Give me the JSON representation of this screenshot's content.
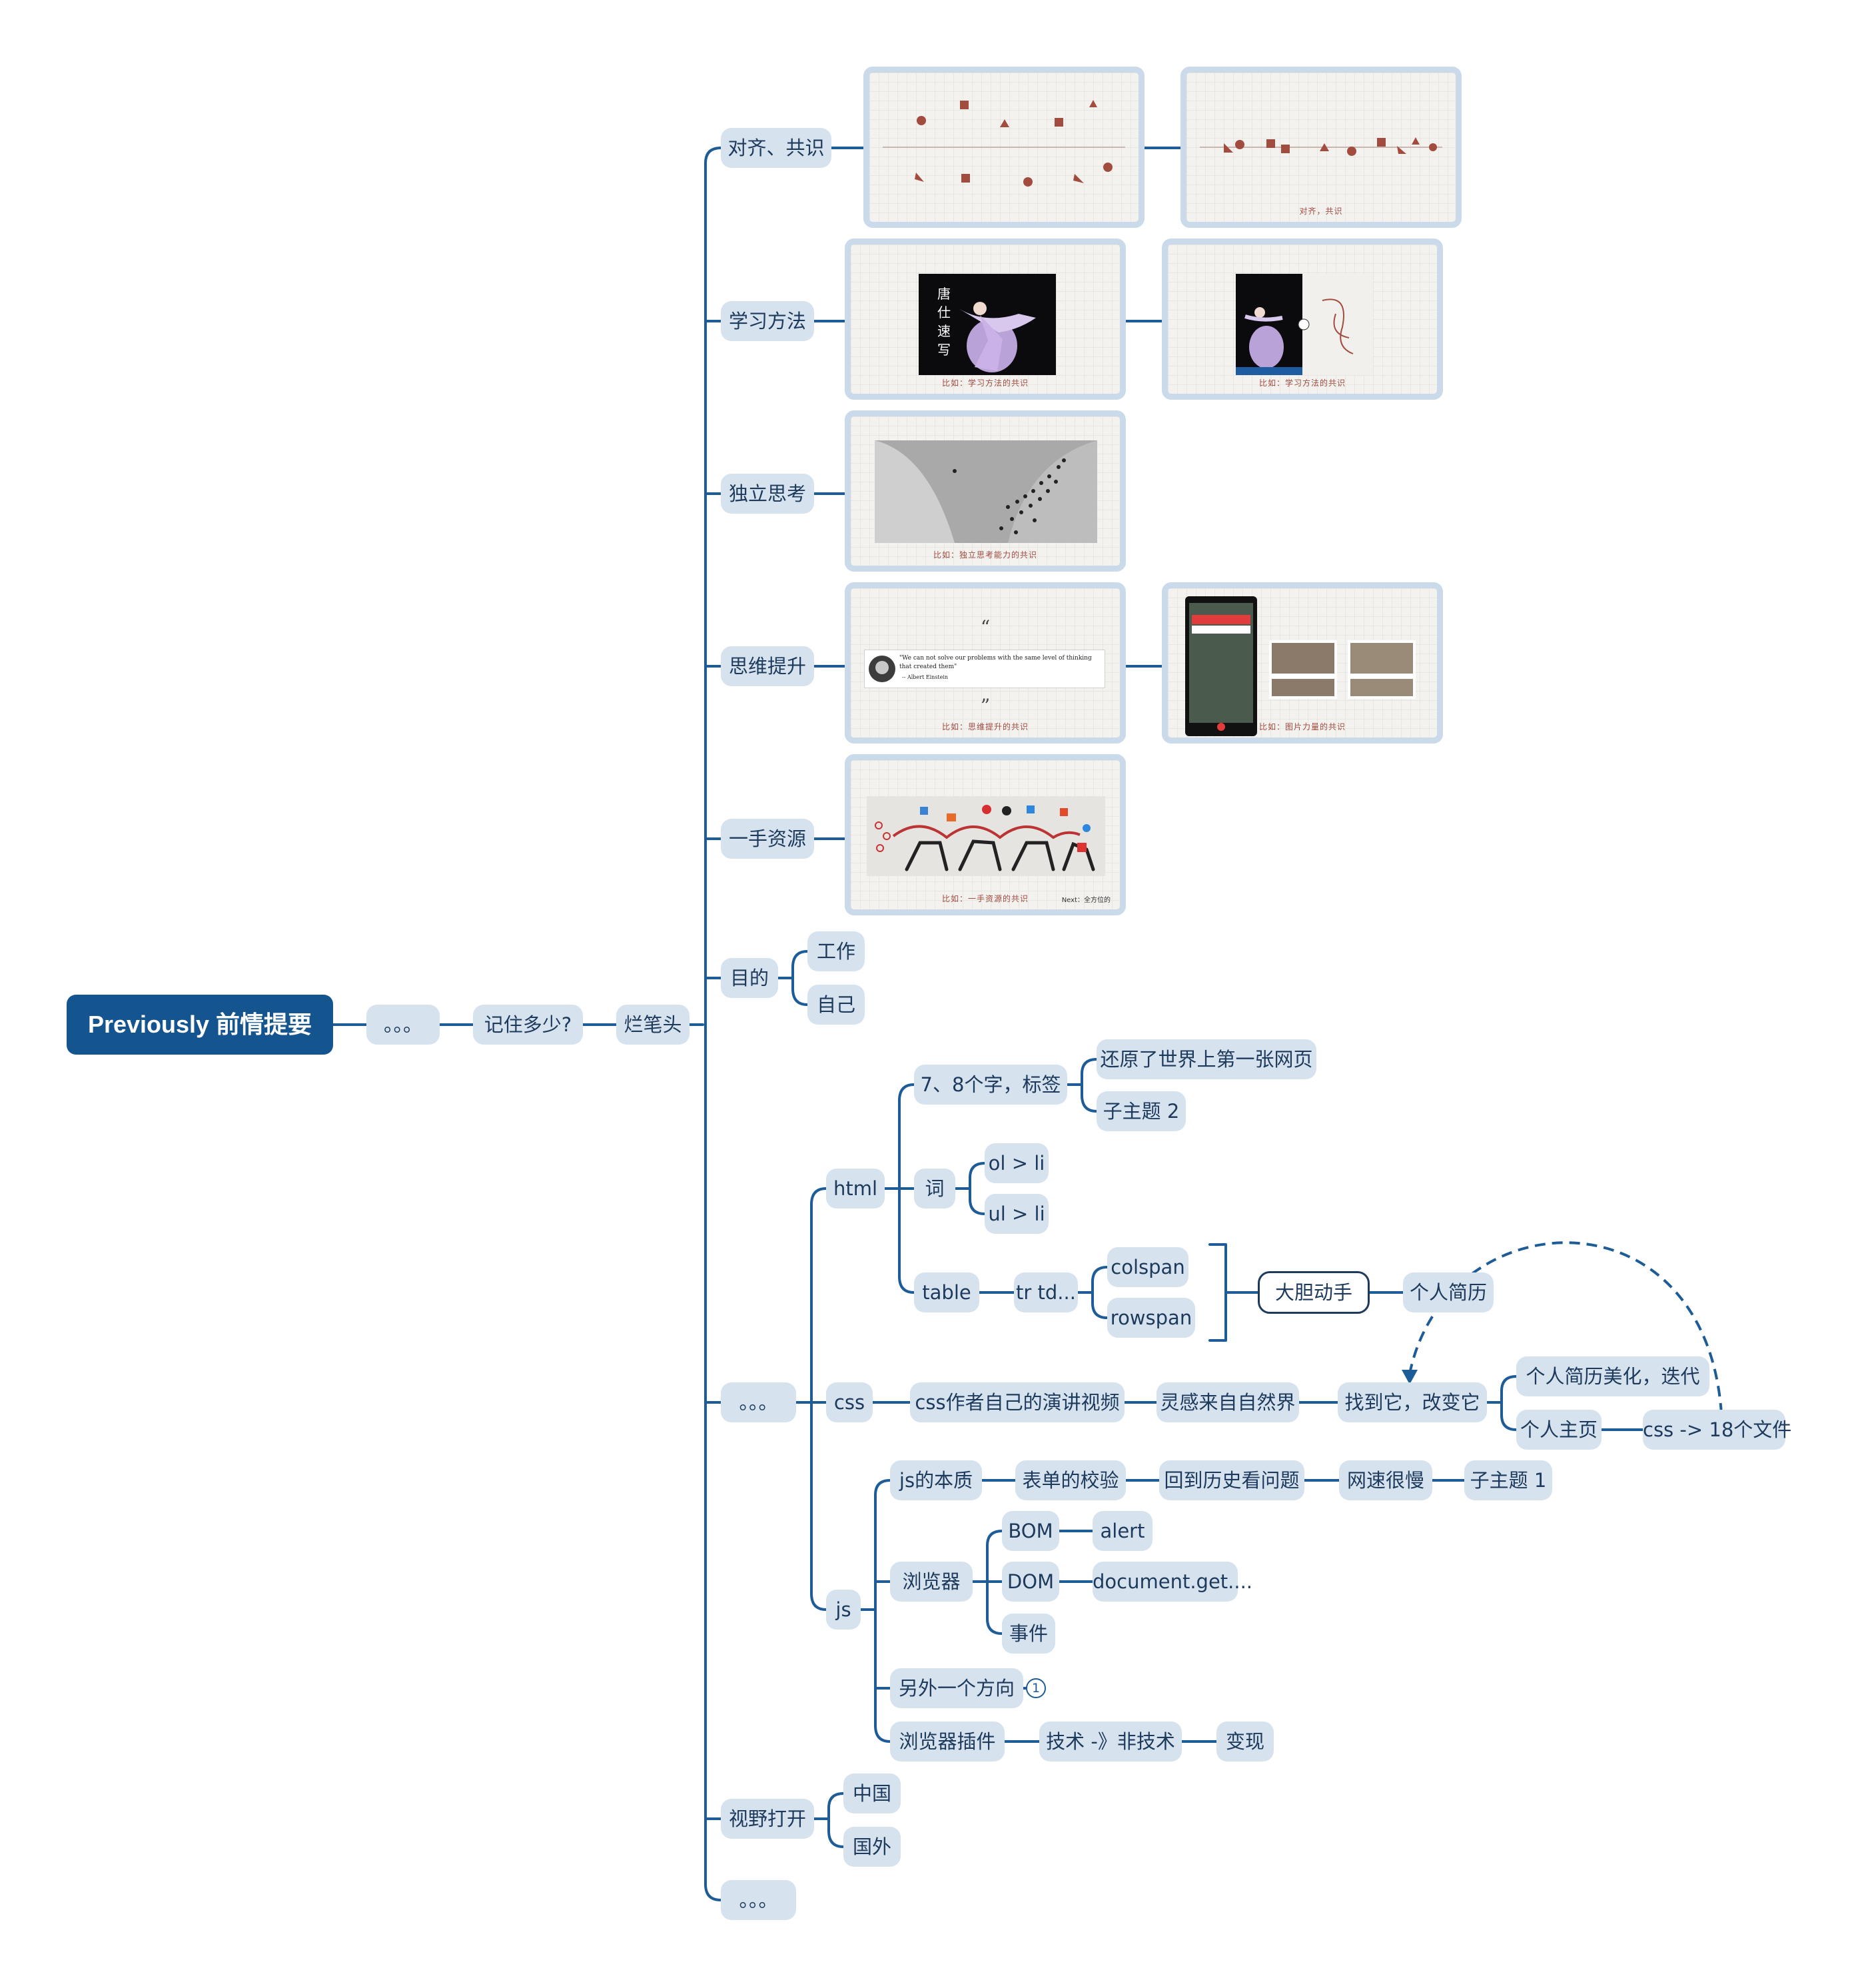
{
  "root": "Previously 前情提要",
  "l1": "。。。",
  "l2": "记住多少?",
  "l3": "烂笔头",
  "branches": {
    "align": "对齐、共识",
    "learn": "学习方法",
    "think": "独立思考",
    "mind": "思维提升",
    "source": "一手资源",
    "goal": "目的",
    "dots": "。。。",
    "view": "视野打开",
    "dots2": "。。。"
  },
  "goal_children": [
    "工作",
    "自己"
  ],
  "view_children": [
    "中国",
    "国外"
  ],
  "html": {
    "label": "html",
    "tags": "7、8个字，标签",
    "tags_children": [
      "还原了世界上第一张网页",
      "子主题 2"
    ],
    "word": "词",
    "word_children": [
      "ol > li",
      "ul > li"
    ],
    "table": "table",
    "trtd": "tr td...",
    "table_children": [
      "colspan",
      "rowspan"
    ],
    "summary": "大胆动手",
    "resume": "个人简历"
  },
  "css": {
    "label": "css",
    "video": "css作者自己的演讲视频",
    "nature": "灵感来自自然界",
    "find": "找到它，改变它",
    "beautify": "个人简历美化，迭代",
    "homepage": "个人主页",
    "files": "css -> 18个文件"
  },
  "js": {
    "label": "js",
    "essence": "js的本质",
    "form": "表单的校验",
    "history": "回到历史看问题",
    "slow": "网速很慢",
    "sub1": "子主题 1",
    "browser": "浏览器",
    "bom": "BOM",
    "alert": "alert",
    "dom": "DOM",
    "docget": "document.get....",
    "event": "事件",
    "other": "另外一个方向",
    "other_badge": "1",
    "plugin": "浏览器插件",
    "tech": "技术 -》非技术",
    "money": "变现"
  },
  "cards": {
    "align_caption": "对齐，共识",
    "learn1_caption": "比如：学习方法的共识",
    "learn2_caption": "比如：学习方法的共识",
    "dance_text": "唐 仕 速 写",
    "think_caption": "比如：独立思考能力的共识",
    "mind1_caption": "比如：思维提升的共识",
    "quote": "\"We can not solve our problems with the same level of thinking that created them\"",
    "quote_author": "-- Albert Einstein",
    "mind2_caption": "比如：图片力量的共识",
    "source_caption": "比如：一手资源的共识",
    "source_footer": "Next：全方位的"
  },
  "colors": {
    "line": "#1d5c97",
    "node": "#d6e3ee",
    "root": "#14548f",
    "text": "#1d3a5c",
    "shape": "#a24b3f"
  }
}
